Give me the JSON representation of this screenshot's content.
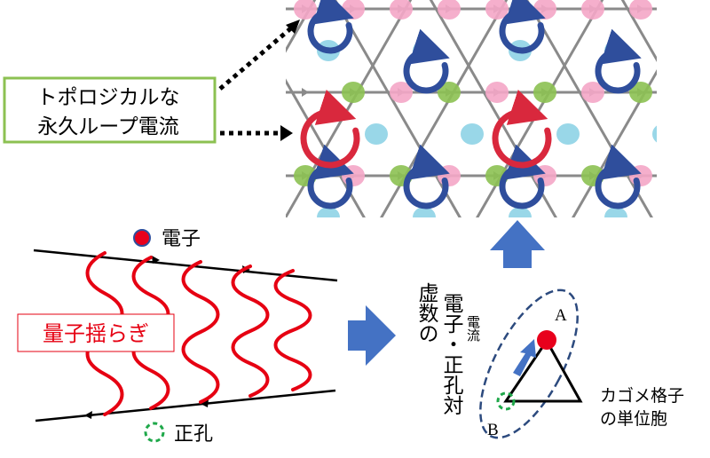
{
  "callout": {
    "line1": "トポロジカルな",
    "line2": "永久ループ電流",
    "border_color": "#8cc152"
  },
  "electron_label": "電子",
  "hole_label": "正孔",
  "fluctuation_label": "量子揺らぎ",
  "virtual_pair": {
    "line1": "虚数の",
    "line2": "電子・正孔対",
    "current": "電流"
  },
  "triangle": {
    "vertex_a": "A",
    "vertex_b": "B",
    "caption_line1": "カゴメ格子",
    "caption_line2": "の単位胞"
  },
  "colors": {
    "electron": "#e8001c",
    "hole": "#1fa84a",
    "fluctuation": "#e60012",
    "arrow_blue": "#4472c4",
    "loop_blue": "#2f4e9c",
    "loop_red": "#d9283d",
    "site_green": "#8cc152",
    "site_pink": "#f4a6c6",
    "site_cyan": "#8ed3e6",
    "bond": "#8a8a8a",
    "ellipse": "#2c4a7e"
  }
}
